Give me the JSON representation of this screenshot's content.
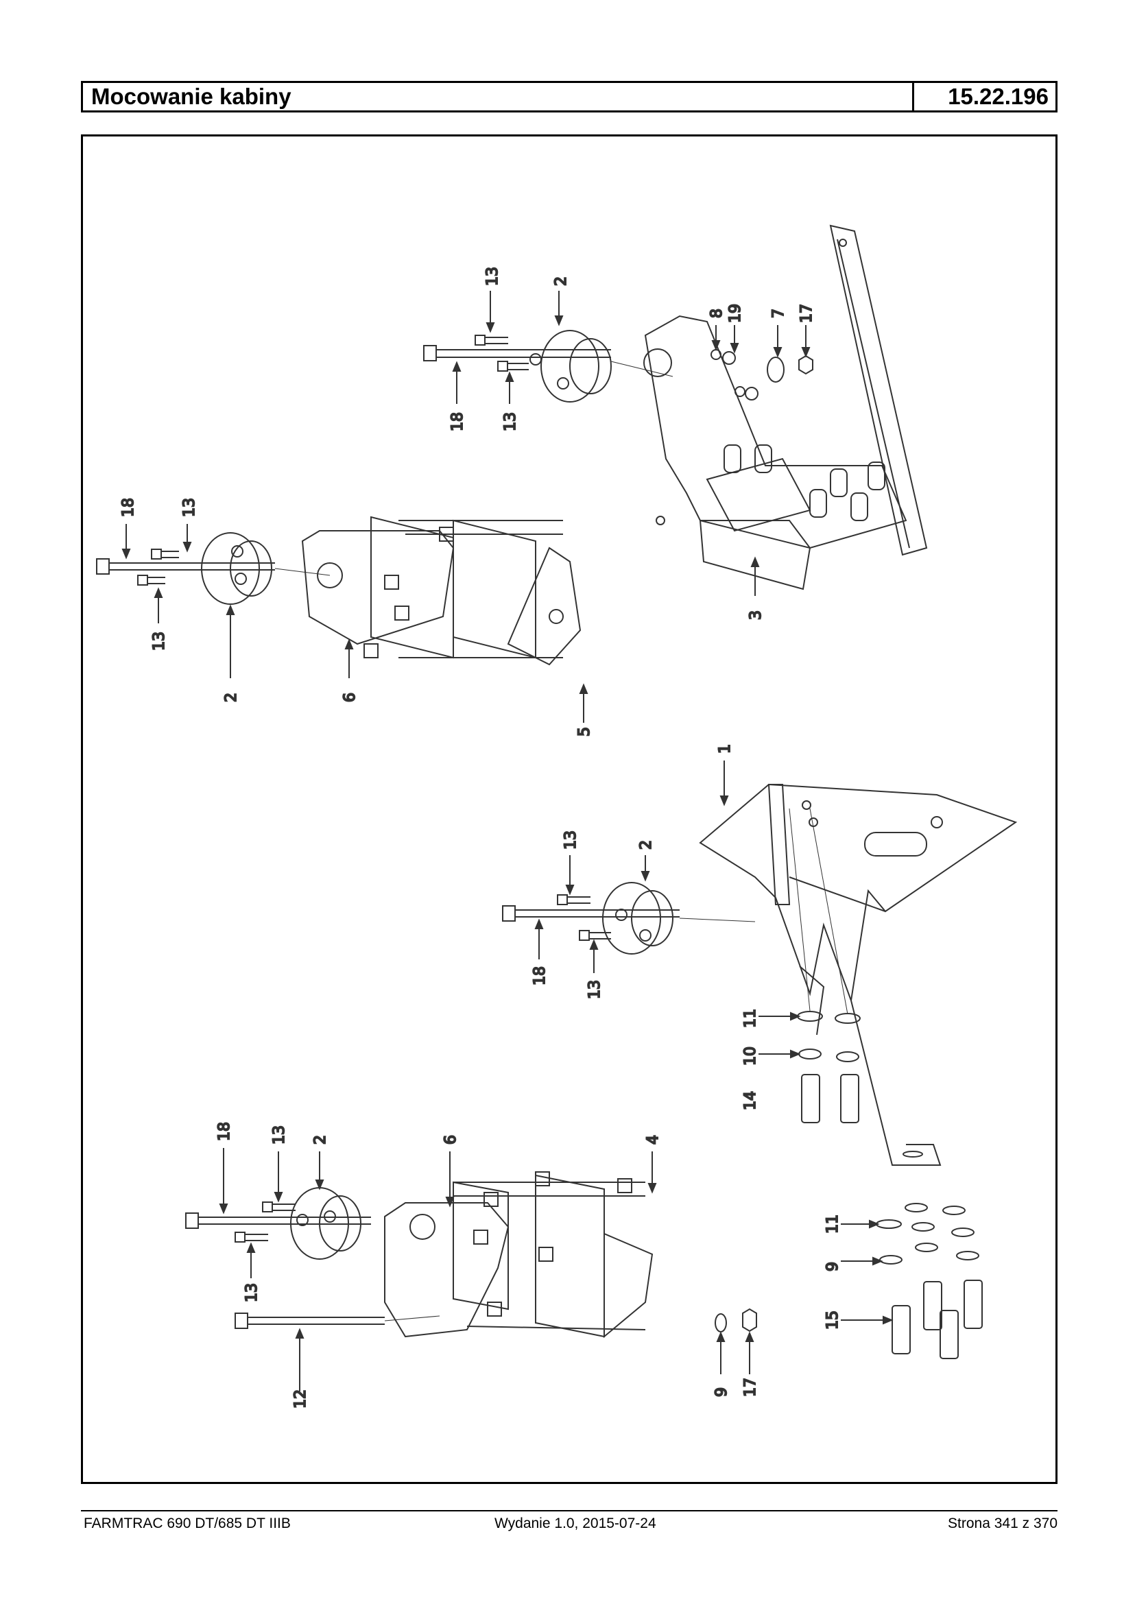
{
  "header": {
    "title": "Mocowanie kabiny",
    "code": "15.22.196"
  },
  "figure": {
    "labels": {
      "a": [
        "13",
        "2",
        "8",
        "19",
        "7",
        "17",
        "18",
        "13",
        "3"
      ],
      "b": [
        "18",
        "13",
        "13",
        "2",
        "6",
        "5"
      ],
      "c": [
        "1",
        "13",
        "2",
        "18",
        "13",
        "11",
        "10",
        "14"
      ],
      "d": [
        "18",
        "13",
        "2",
        "6",
        "4",
        "13",
        "12",
        "9",
        "17",
        "11",
        "9",
        "15"
      ]
    }
  },
  "footer": {
    "left": "FARMTRAC 690 DT/685 DT IIIB",
    "center": "Wydanie 1.0,  2015-07-24",
    "right": "Strona 341 z 370"
  }
}
